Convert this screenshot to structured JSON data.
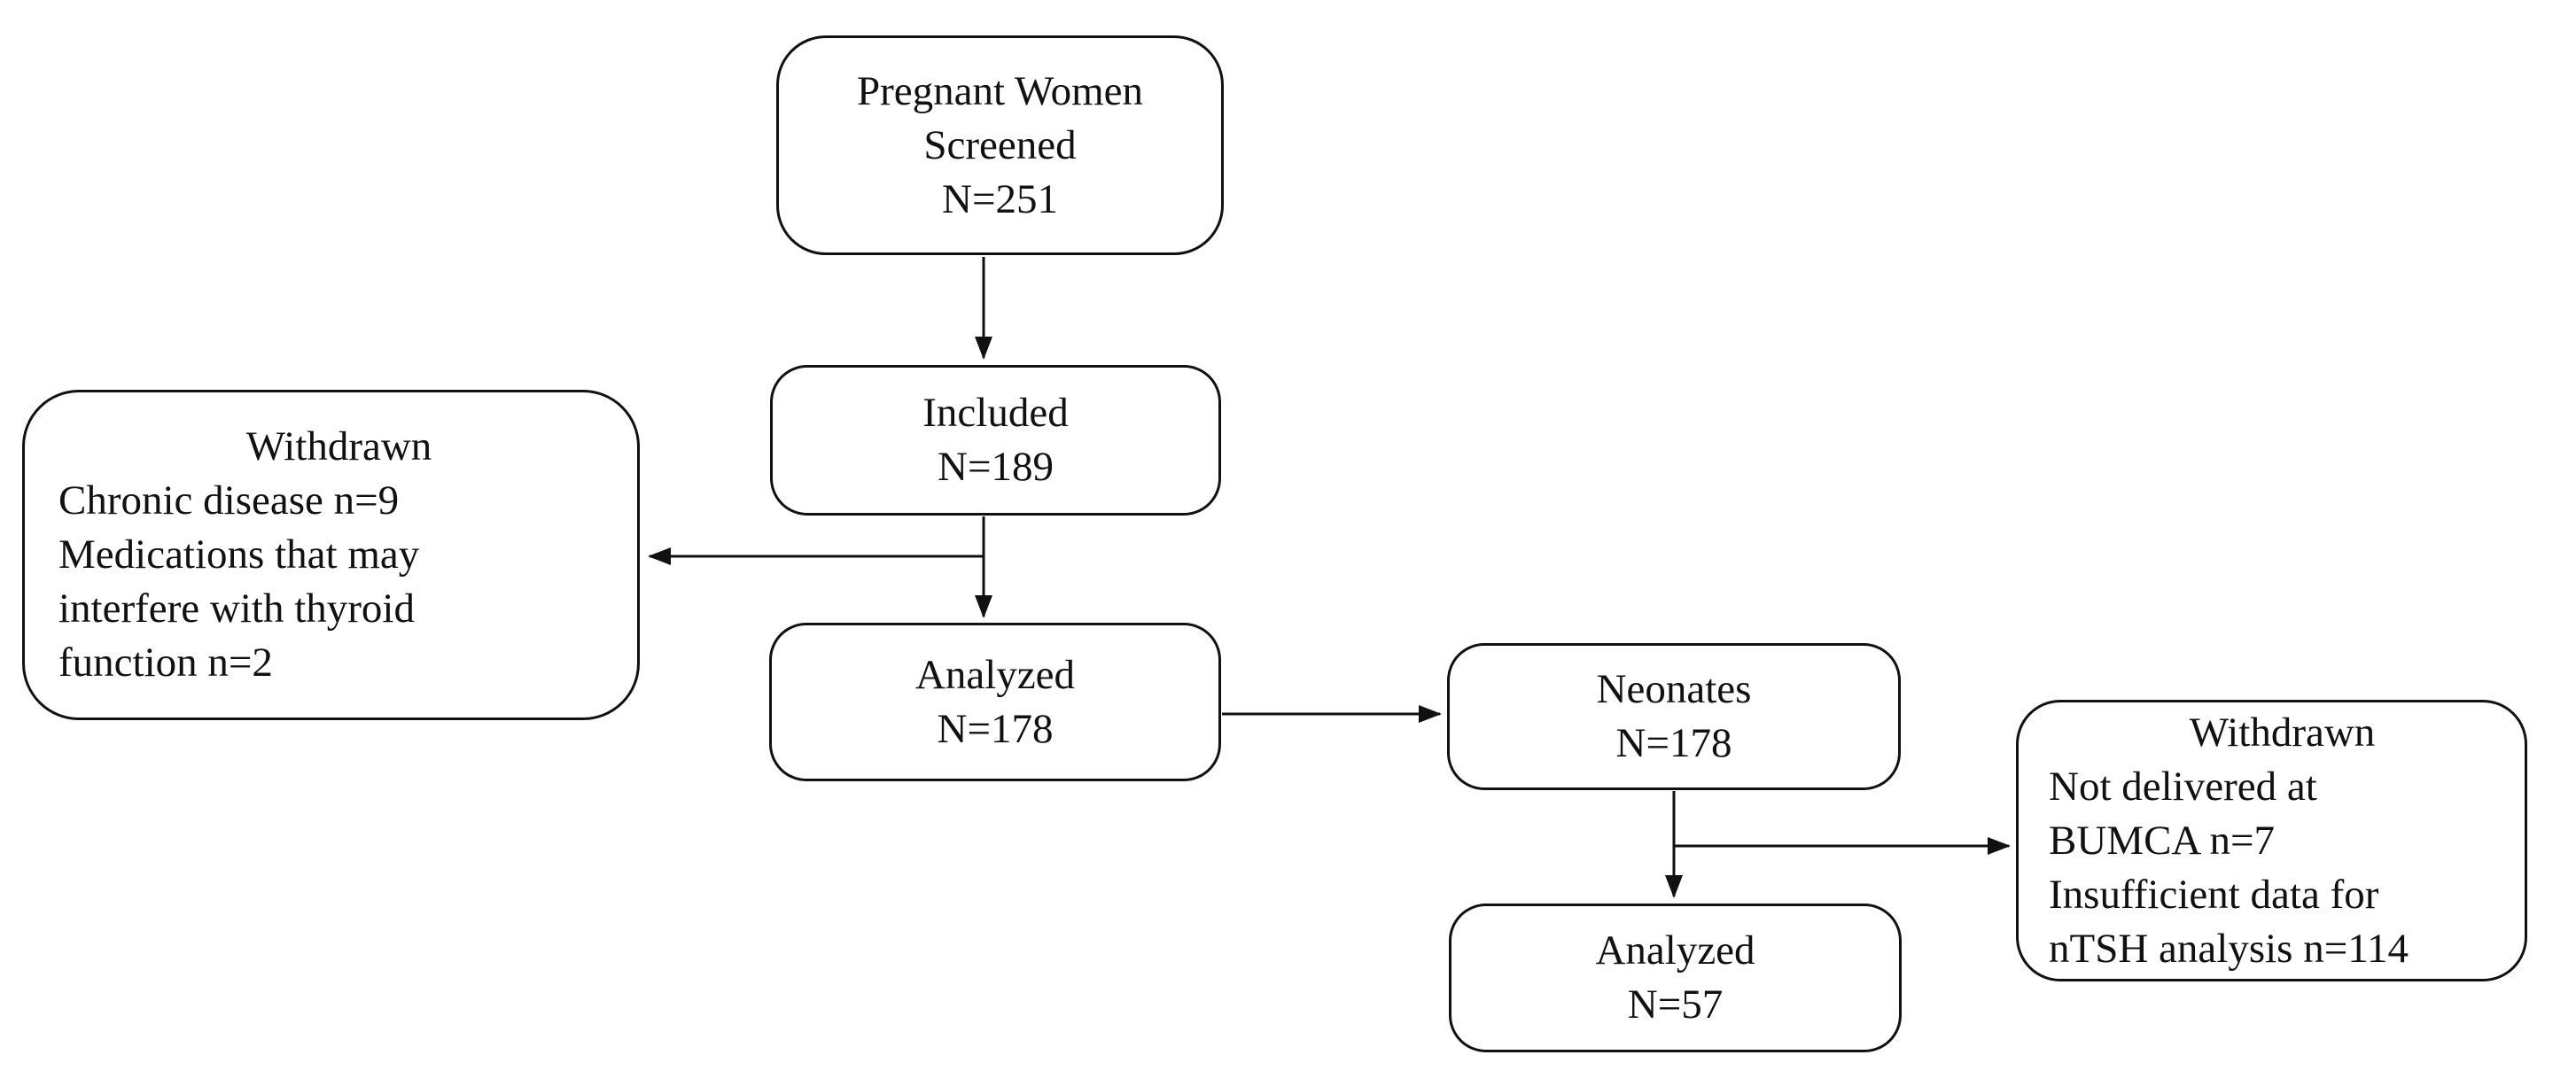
{
  "canvas": {
    "background_color": "#ffffff",
    "ink_color": "#111111"
  },
  "nodes": [
    {
      "id": "screened",
      "lines": [
        "Pregnant Women",
        "Screened",
        "N=251"
      ]
    },
    {
      "id": "included",
      "lines": [
        "Included",
        "N=189"
      ]
    },
    {
      "id": "withdrawn-mothers",
      "lines": [
        "Withdrawn",
        "Chronic disease n=9",
        "Medications that may",
        "interfere with thyroid",
        "function n=2"
      ]
    },
    {
      "id": "analyzed-mothers",
      "lines": [
        "Analyzed",
        "N=178"
      ]
    },
    {
      "id": "neonates",
      "lines": [
        "Neonates",
        "N=178"
      ]
    },
    {
      "id": "withdrawn-neonates",
      "lines": [
        "Withdrawn",
        "Not delivered at",
        "BUMCA n=7",
        "Insufficient data for",
        "nTSH analysis n=114"
      ]
    },
    {
      "id": "analyzed-neonates",
      "lines": [
        "Analyzed",
        "N=57"
      ]
    }
  ]
}
